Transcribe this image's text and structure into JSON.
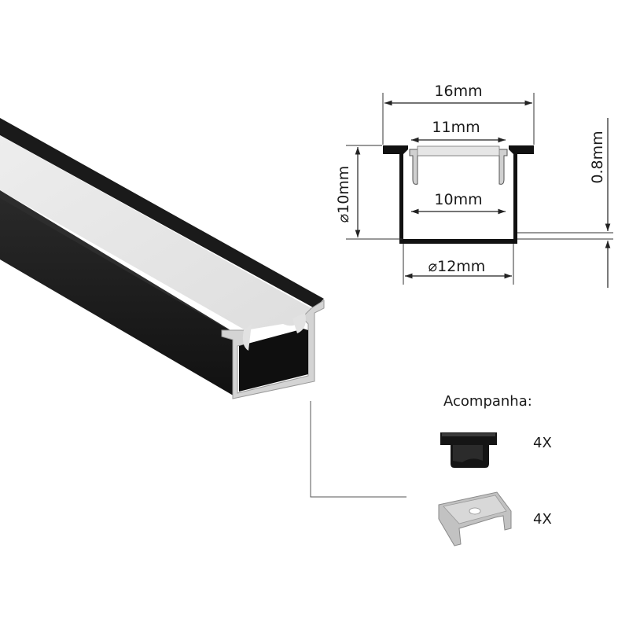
{
  "dimensions": {
    "total_width": "16mm",
    "inner_top_width": "11mm",
    "inner_bottom_width": "10mm",
    "height": "⌀10mm",
    "wall_thickness": "0.8mm",
    "outer_bottom_width": "⌀12mm"
  },
  "accessories": {
    "heading": "Acompanha:",
    "items": [
      {
        "icon": "end-cap-icon",
        "quantity": "4X"
      },
      {
        "icon": "mounting-clip-icon",
        "quantity": "4X"
      }
    ]
  },
  "colors": {
    "profile_black": "#1b1b1b",
    "diffuser": "#e9e9e9",
    "dimension_line": "#333333"
  }
}
